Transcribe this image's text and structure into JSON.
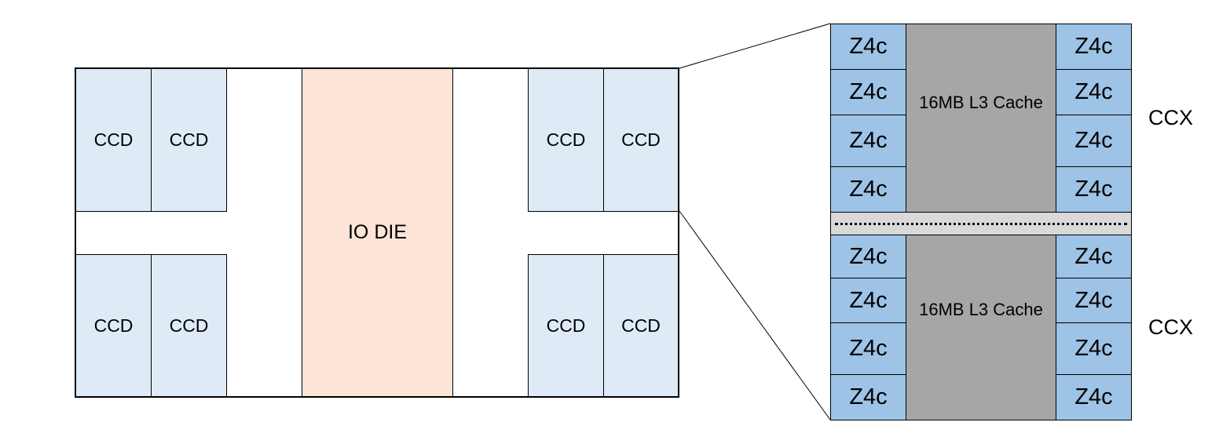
{
  "package": {
    "ccd_label": "CCD",
    "io_die_label": "IO DIE",
    "colors": {
      "ccd": "#deebf7",
      "io_die": "#fce4d6"
    }
  },
  "ccd_detail": {
    "core_label": "Z4c",
    "ccx": [
      {
        "cache_label": "16MB L3 Cache",
        "name": "CCX"
      },
      {
        "cache_label": "16MB L3 Cache",
        "name": "CCX"
      }
    ],
    "colors": {
      "core": "#9dc3e6",
      "l3": "#a6a6a6"
    }
  }
}
